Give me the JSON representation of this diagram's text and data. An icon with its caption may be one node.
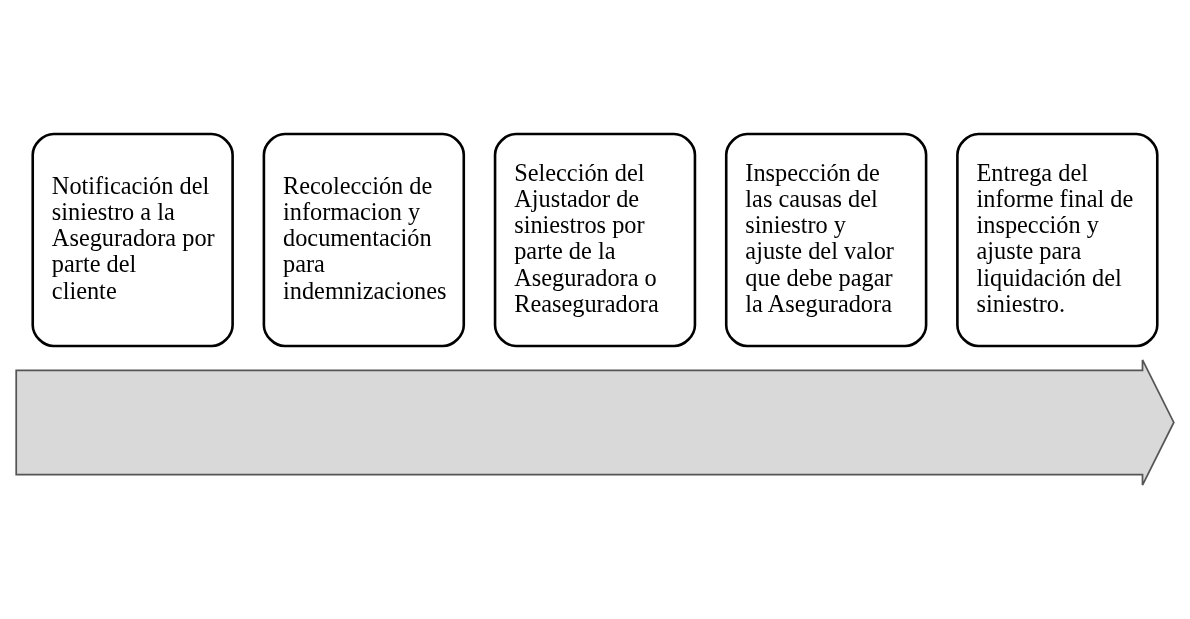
{
  "diagram": {
    "nodes": [
      {
        "text": [
          "Notificación del siniestro a la Aseguradora por parte del cliente"
        ]
      },
      {
        "text": [
          "Recolección de informacion y documentación para indemnizaciones"
        ]
      },
      {
        "text": [
          "Selección del Ajustador de siniestros por parte de la Aseguradora o Reaseguradora"
        ]
      },
      {
        "text": [
          "Inspección de las causas del siniestro y ajuste del valor que debe pagar la Aseguradora"
        ]
      },
      {
        "text": [
          "Entrega del informe final de inspección y ajuste para liquidación del siniestro."
        ]
      },
      {
        "text": [],
        "shape": "arrow"
      }
    ]
  }
}
